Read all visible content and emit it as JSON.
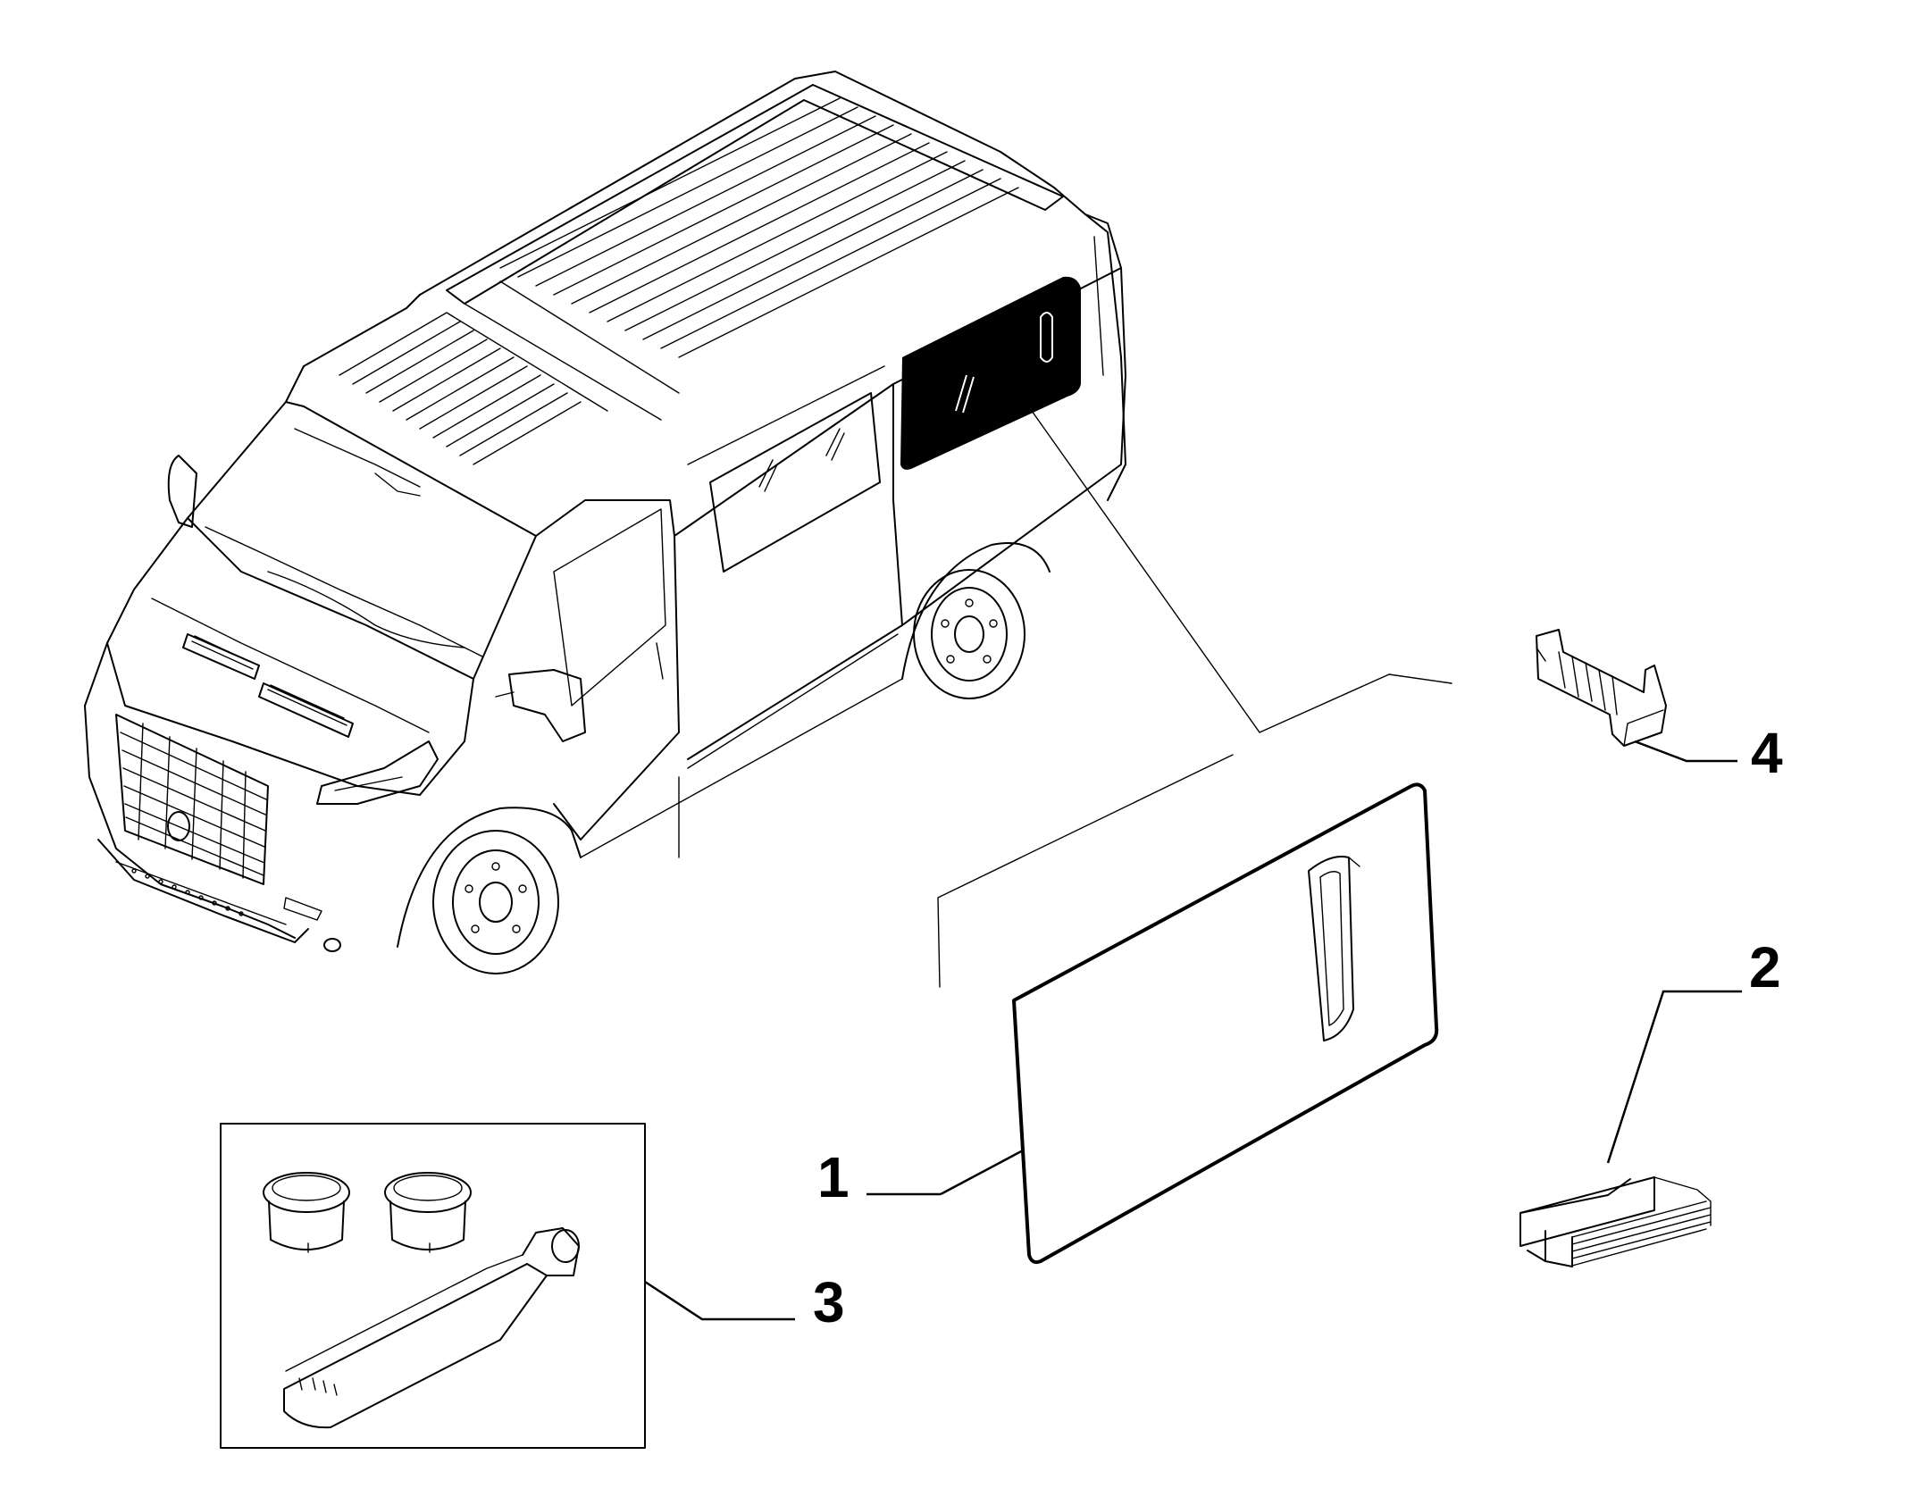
{
  "callouts": {
    "c1": "1",
    "c2": "2",
    "c3": "3",
    "c4": "4"
  },
  "colors": {
    "line": "#000000",
    "background": "#ffffff",
    "window_fill": "#000000"
  }
}
